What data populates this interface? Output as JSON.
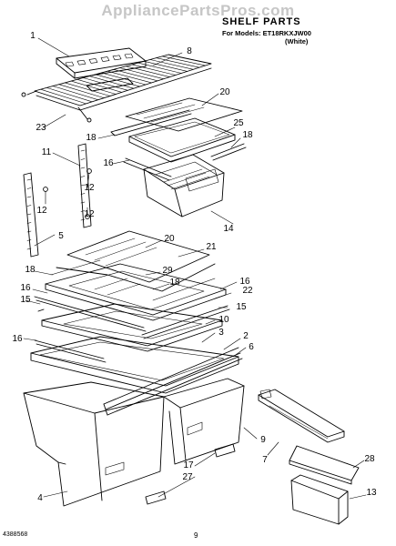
{
  "watermark": "AppliancePartsPros.com",
  "header": {
    "title": "SHELF PARTS",
    "models_line": "For Models: ET18RKXJW00",
    "variant": "(White)"
  },
  "callouts": [
    {
      "id": "1",
      "label": "1"
    },
    {
      "id": "8",
      "label": "8"
    },
    {
      "id": "20a",
      "label": "20"
    },
    {
      "id": "23",
      "label": "23"
    },
    {
      "id": "25",
      "label": "25"
    },
    {
      "id": "18a",
      "label": "18"
    },
    {
      "id": "18b",
      "label": "18"
    },
    {
      "id": "16a",
      "label": "16"
    },
    {
      "id": "11",
      "label": "11"
    },
    {
      "id": "12a",
      "label": "12"
    },
    {
      "id": "12b",
      "label": "12"
    },
    {
      "id": "12c",
      "label": "12"
    },
    {
      "id": "14",
      "label": "14"
    },
    {
      "id": "5",
      "label": "5"
    },
    {
      "id": "20b",
      "label": "20"
    },
    {
      "id": "21",
      "label": "21"
    },
    {
      "id": "18c",
      "label": "18"
    },
    {
      "id": "29",
      "label": "29"
    },
    {
      "id": "18d",
      "label": "18"
    },
    {
      "id": "16b",
      "label": "16"
    },
    {
      "id": "16c",
      "label": "16"
    },
    {
      "id": "22",
      "label": "22"
    },
    {
      "id": "15a",
      "label": "15"
    },
    {
      "id": "15b",
      "label": "15"
    },
    {
      "id": "10",
      "label": "10"
    },
    {
      "id": "16d",
      "label": "16"
    },
    {
      "id": "3",
      "label": "3"
    },
    {
      "id": "2",
      "label": "2"
    },
    {
      "id": "6",
      "label": "6"
    },
    {
      "id": "9",
      "label": "9"
    },
    {
      "id": "7",
      "label": "7"
    },
    {
      "id": "17",
      "label": "17"
    },
    {
      "id": "27",
      "label": "27"
    },
    {
      "id": "28",
      "label": "28"
    },
    {
      "id": "4",
      "label": "4"
    },
    {
      "id": "13",
      "label": "13"
    }
  ],
  "footer": {
    "doc_number": "4388568",
    "page_number": "9"
  },
  "colors": {
    "line": "#000000",
    "watermark": "#c6c6c6",
    "background": "#ffffff"
  }
}
